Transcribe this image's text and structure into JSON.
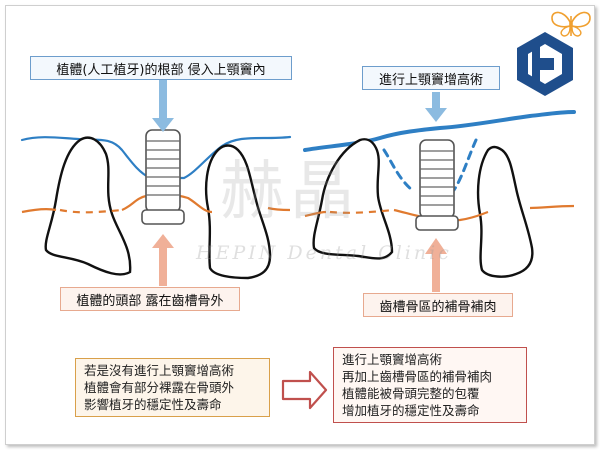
{
  "labels": {
    "top_left": "植體(人工植牙)的根部 侵入上顎竇內",
    "top_right": "進行上顎竇增高術",
    "bottom_left": "植體的頭部 露在齒槽骨外",
    "bottom_right": "齒槽骨區的補骨補肉"
  },
  "notes": {
    "left": [
      "若是沒有進行上顎竇增高術",
      "植體會有部分裸露在骨頭外",
      "影響植牙的穩定性及壽命"
    ],
    "right": [
      "進行上顎竇增高術",
      "再加上齒槽骨區的補骨補肉",
      "植體能被骨頭完整的包覆",
      "增加植牙的穩定性及壽命"
    ]
  },
  "watermark": {
    "chinese": "赫晶",
    "english": "HEPIN Dental Clinic"
  },
  "colors": {
    "sinus_line": "#2e7fc4",
    "bone_line": "#e07a2f",
    "arrow_blue": "#8cbbe0",
    "arrow_orange": "#f0b098",
    "arrow_red": "#c0504d",
    "logo": "#1f4e8c",
    "butterfly": "#f0a030"
  },
  "icons": {
    "logo": "clinic-logo-icon",
    "butterfly": "butterfly-icon"
  }
}
